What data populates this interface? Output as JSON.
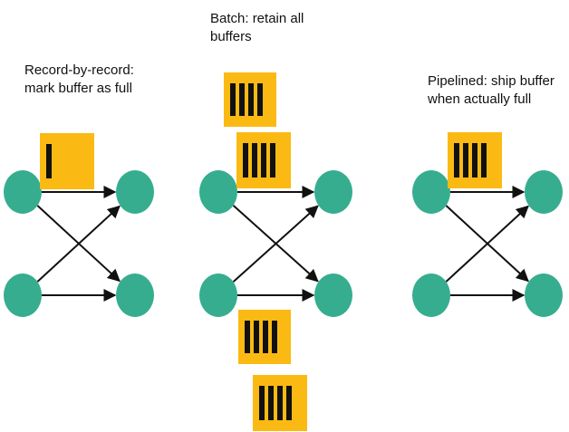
{
  "colors": {
    "node": "#36AD8F",
    "buffer": "#FBBA13",
    "buffer_slot": "#111111",
    "edge": "#111111"
  },
  "panels": [
    {
      "id": "record-by-record",
      "label_lines": [
        "Record-by-record:",
        "mark buffer as full"
      ],
      "buffer_fill_counts": [
        1
      ]
    },
    {
      "id": "batch",
      "label_lines": [
        "Batch: retain all",
        "buffers"
      ],
      "buffer_fill_counts": [
        4,
        4,
        4,
        4
      ]
    },
    {
      "id": "pipelined",
      "label_lines": [
        "Pipelined: ship buffer",
        "when actually full"
      ],
      "buffer_fill_counts": [
        4
      ]
    }
  ]
}
